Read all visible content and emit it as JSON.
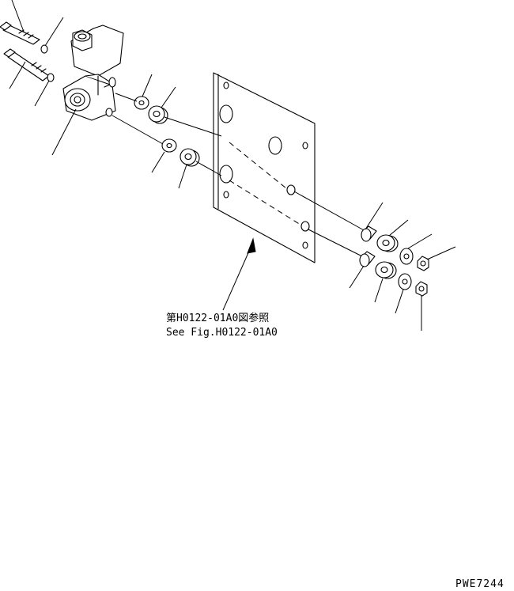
{
  "reference": {
    "line_jp": "第H0122-01A0図参照",
    "line_en": "See Fig.H0122-01A0"
  },
  "drawing_code": "PWE7244"
}
